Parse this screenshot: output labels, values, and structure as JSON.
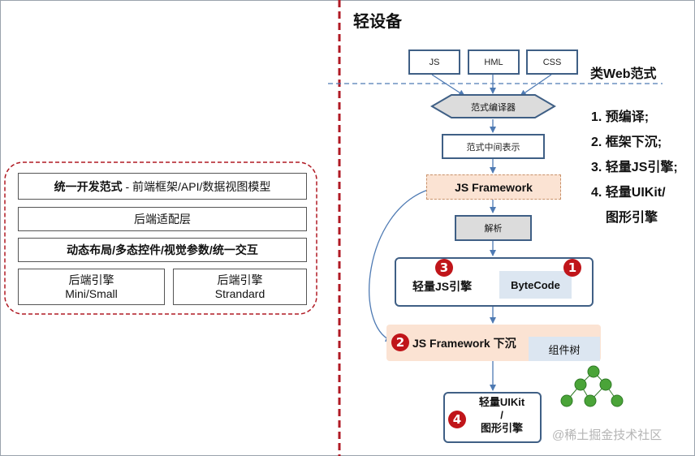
{
  "left_stack": {
    "top_bold": "统一开发范式",
    "top_rest": " - 前端框架/API/数据视图模型",
    "adapter": "后端适配层",
    "dynamic": "动态布局/多态控件/视觉参数/统一交互",
    "engine_mini": {
      "line1": "后端引擎",
      "line2": "Mini/Small"
    },
    "engine_std": {
      "line1": "后端引擎",
      "line2": "Strandard"
    }
  },
  "right": {
    "title": "轻设备",
    "sources": [
      "JS",
      "HML",
      "CSS"
    ],
    "web_paradigm": "类Web范式",
    "compiler": "范式编译器",
    "ir": "范式中间表示",
    "js_framework": "JS Framework",
    "parse": "解析",
    "engine_num": "3",
    "engine_label": "轻量JS引擎",
    "bytecode_num": "1",
    "bytecode": "ByteCode",
    "sink_num": "2",
    "sink_label": "JS Framework 下沉",
    "component_tree": "组件树",
    "uikit_num": "4",
    "uikit_lines": [
      "轻量UIKit",
      "/",
      "图形引擎"
    ],
    "list": [
      "1. 预编译;",
      "2. 框架下沉;",
      "3. 轻量JS引擎;",
      "4. 轻量UIKit/",
      "图形引擎"
    ],
    "watermark": "@稀土掘金技术社区"
  },
  "colors": {
    "dashed_red": "#b01a24",
    "box_blue": "#3f5f85",
    "arrow_blue": "#4e7ab3",
    "peach": "#fbe3d3",
    "light_blue": "#dce6f1",
    "tree_green": "#4aa438",
    "badge_red": "#c0151a"
  }
}
